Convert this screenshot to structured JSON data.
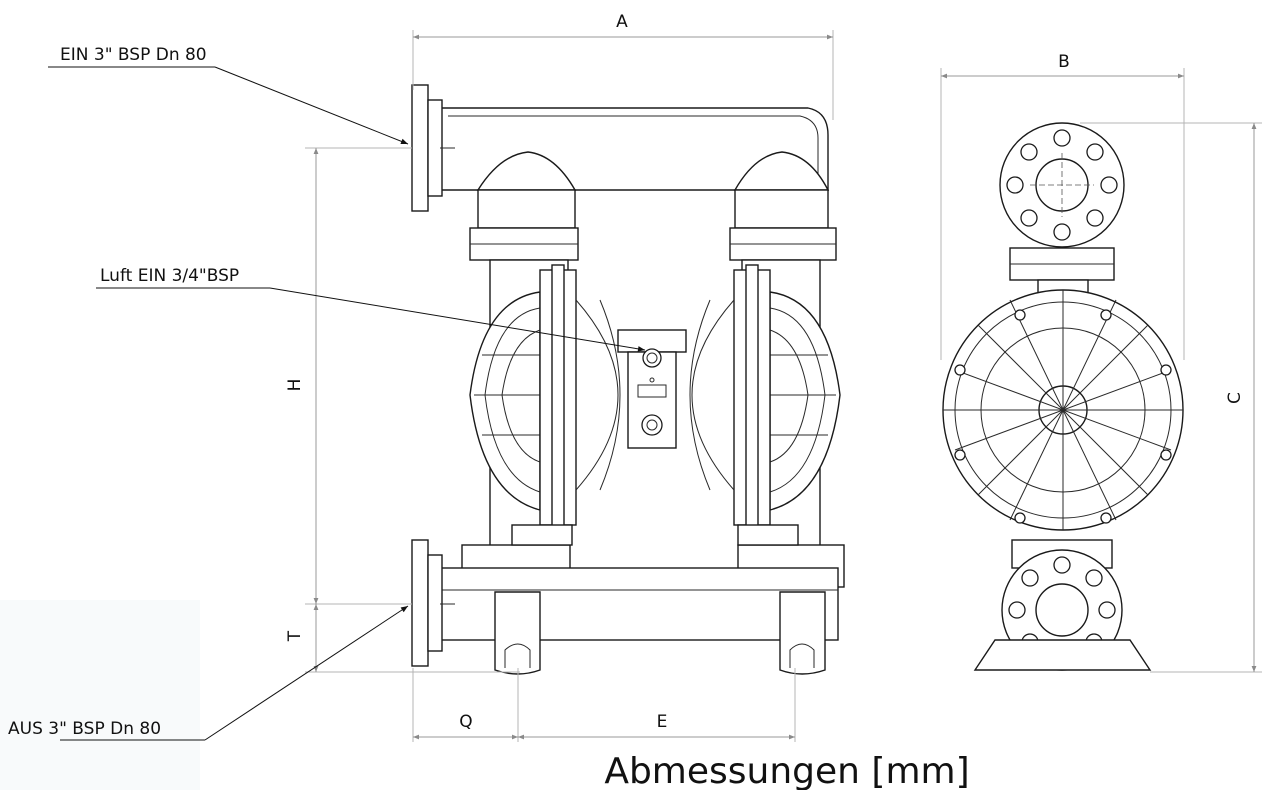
{
  "title": "Abmessungen [mm]",
  "callouts": {
    "inlet": "EIN 3\" BSP  Dn 80",
    "air_inlet": "Luft EIN 3/4\"BSP",
    "outlet": "AUS 3\" BSP  Dn 80"
  },
  "dimensions": {
    "A": "A",
    "B": "B",
    "C": "C",
    "H": "H",
    "T": "T",
    "Q": "Q",
    "E": "E"
  },
  "colors": {
    "line": "#1a1a1a",
    "dimension_line": "#9a9a9a",
    "background": "#ffffff"
  }
}
